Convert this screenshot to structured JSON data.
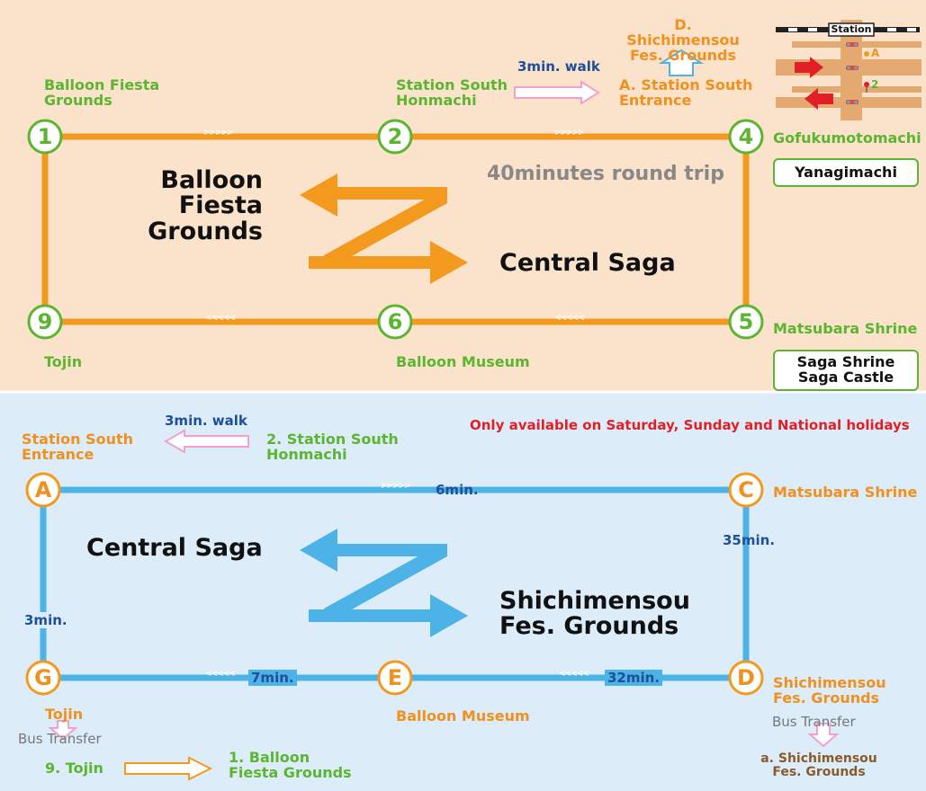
{
  "colors": {
    "top_bg": "#fbe3cb",
    "bottom_bg": "#dcedf9",
    "orange": "#f39a1e",
    "blue": "#4db3e6",
    "green": "#5cb531",
    "navy": "#1e4f9c",
    "red": "#e21f26",
    "pink": "#f2a0cd",
    "gray": "#888888"
  },
  "top": {
    "stops": {
      "s1": {
        "num": "1",
        "name": "Balloon Fiesta Grounds"
      },
      "s2": {
        "num": "2",
        "name": "Station South Honmachi"
      },
      "s4": {
        "num": "4",
        "name": "Gofukumotomachi"
      },
      "s5": {
        "num": "5",
        "name": "Matsubara Shrine"
      },
      "s6": {
        "num": "6",
        "name": "Balloon Museum"
      },
      "s9": {
        "num": "9",
        "name": "Tojin"
      }
    },
    "box_yanagimachi": "Yanagimachi",
    "box_saga_shrine": "Saga Shrine",
    "box_saga_castle": "Saga Castle",
    "walk": "3min. walk",
    "station_south_entrance_a": "A. Station South Entrance",
    "shichimensou_d": "D. Shichimensou Fes. Grounds",
    "station_label": "Station",
    "map_a": "A",
    "map_2": "2",
    "round_trip": "40minutes round trip",
    "dest_left": "Balloon Fiesta Grounds",
    "dest_right": "Central Saga",
    "chev_right": ">>>>>",
    "chev_left": "<<<<<"
  },
  "bottom": {
    "notice": "Only available on Saturday, Sunday and National holidays",
    "walk": "3min. walk",
    "station_south_entrance": "Station South Entrance",
    "station_south_honmachi_2": "2. Station South Honmachi",
    "stops": {
      "A": {
        "letter": "A"
      },
      "C": {
        "letter": "C",
        "name": "Matsubara Shrine"
      },
      "D": {
        "letter": "D",
        "name": "Shichimensou Fes. Grounds"
      },
      "E": {
        "letter": "E",
        "name": "Balloon Museum"
      },
      "G": {
        "letter": "G",
        "name": "Tojin"
      }
    },
    "time_ac": "6min.",
    "time_cd": "35min.",
    "time_de": "32min.",
    "time_eg": "7min.",
    "time_ga": "3min.",
    "dest_left": "Central Saga",
    "dest_right": "Shichimensou Fes. Grounds",
    "bus_transfer_left": "Bus Transfer",
    "tojin_9": "9. Tojin",
    "balloon_fiesta_1": "1. Balloon Fiesta Grounds",
    "bus_transfer_right": "Bus Transfer",
    "shichimensou_a": "a. Shichimensou Fes. Grounds",
    "chev_right": ">>>>>",
    "chev_left": "<<<<<"
  }
}
